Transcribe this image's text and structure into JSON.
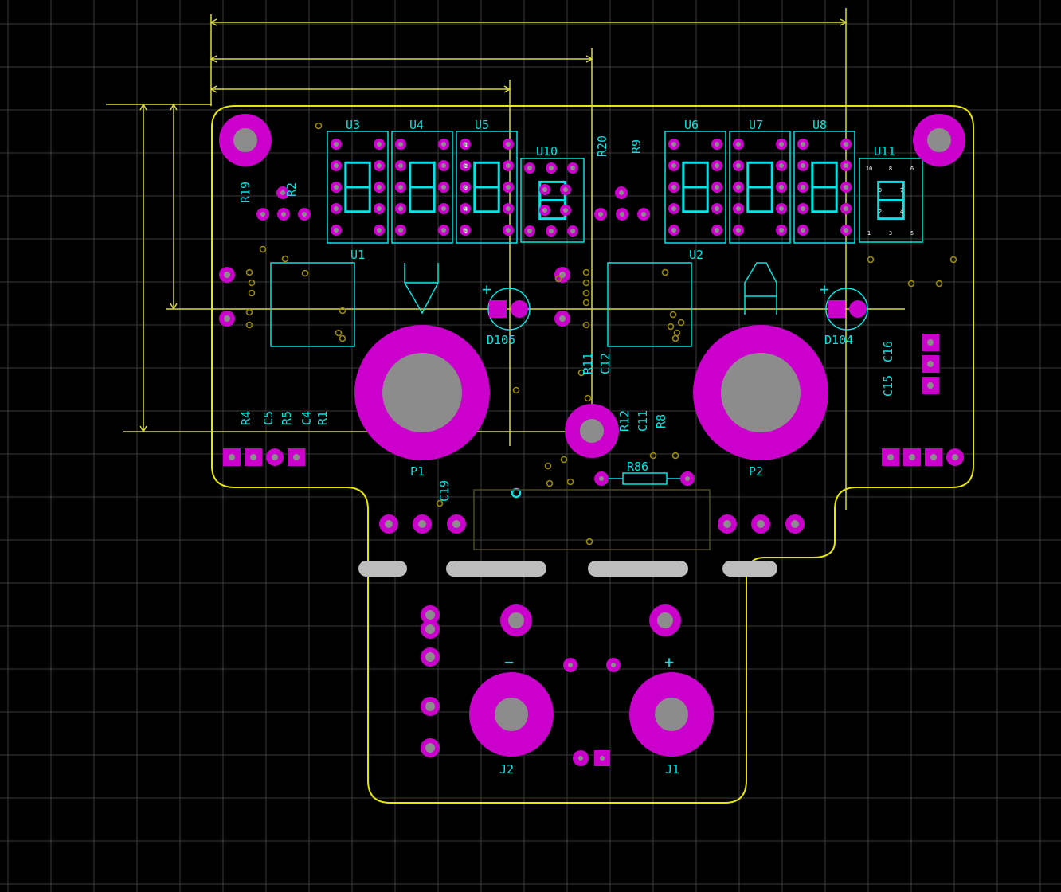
{
  "colors": {
    "background": "#000000",
    "grid": "#3a3a3a",
    "outline": "#e6e600",
    "silkscreen": "#00e5e5",
    "pad": "#cc00cc",
    "hole": "#8c8c8c",
    "slot": "#bdbdbd",
    "via": "#9a8a00",
    "dim_line": "#d8d840"
  },
  "designators": {
    "u3": "U3",
    "u4": "U4",
    "u5": "U5",
    "u10": "U10",
    "u6": "U6",
    "u7": "U7",
    "u8": "U8",
    "u11": "U11",
    "u1": "U1",
    "u2": "U2",
    "r20": "R20",
    "r9": "R9",
    "r19": "R19",
    "r2": "R2",
    "d105": "D105",
    "d104": "D104",
    "r11": "R11",
    "c12": "C12",
    "r12": "R12",
    "c11": "C11",
    "r8": "R8",
    "r4": "R4",
    "c5": "C5",
    "r5": "R5",
    "c4": "C4",
    "r1": "R1",
    "c15": "C15",
    "c16": "C16",
    "c19": "C19",
    "p1": "P1",
    "p2": "P2",
    "r86": "R86",
    "j1": "J1",
    "j2": "J2"
  },
  "polarity": {
    "d105_plus": "+",
    "d104_plus": "+",
    "j2_minus": "−",
    "j1_plus": "+"
  },
  "pin_numbers": {
    "u5_left": [
      "1",
      "2",
      "3",
      "4",
      "5"
    ],
    "u11_top": [
      "10",
      "8",
      "6"
    ],
    "u11_mid": [
      "9",
      "7"
    ],
    "u11_mid2": [
      "2",
      "4"
    ],
    "u11_bottom": [
      "1",
      "3",
      "5"
    ]
  }
}
